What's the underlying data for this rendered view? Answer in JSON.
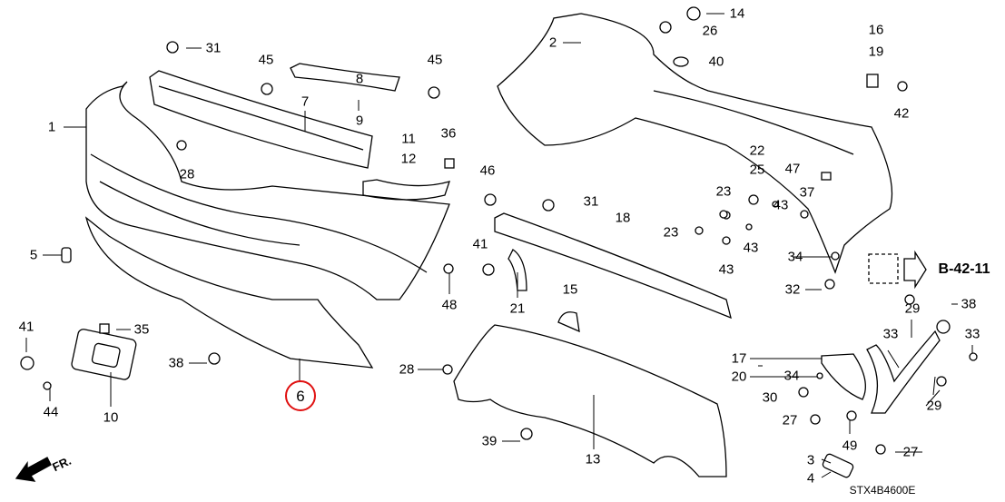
{
  "diagram": {
    "callouts": [
      "31",
      "45",
      "45",
      "8",
      "9",
      "7",
      "1",
      "28",
      "11",
      "12",
      "36",
      "46",
      "31",
      "18",
      "41",
      "5",
      "48",
      "21",
      "15",
      "6",
      "41",
      "35",
      "38",
      "10",
      "44",
      "28",
      "39",
      "13",
      "2",
      "14",
      "26",
      "40",
      "16",
      "19",
      "42",
      "22",
      "25",
      "47",
      "23",
      "23",
      "43",
      "43",
      "43",
      "37",
      "34",
      "32",
      "29",
      "38",
      "33",
      "33",
      "17",
      "20",
      "34",
      "30",
      "27",
      "49",
      "29",
      "27",
      "3",
      "4"
    ],
    "reference": "B-42-11",
    "diagram_code": "STX4B4600E",
    "direction_label": "FR.",
    "highlight_color": "#e01010"
  }
}
